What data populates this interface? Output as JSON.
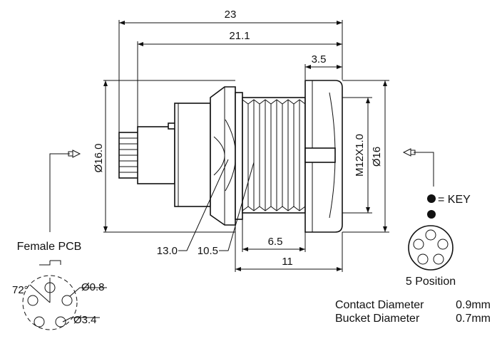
{
  "dimensions": {
    "d23": "23",
    "d21_1": "21.1",
    "d3_5": "3.5",
    "d16_0": "Ø16.0",
    "m12": "M12X1.0",
    "d16": "Ø16",
    "d13_0": "13.0",
    "d10_5": "10.5",
    "d6_5": "6.5",
    "d11": "11"
  },
  "pcb": {
    "title": "Female PCB",
    "angle": "72°",
    "hole_dia": "Ø0.8",
    "circle_dia": "Ø3.4"
  },
  "key": {
    "label": "= KEY",
    "position": "5 Position"
  },
  "specs": [
    {
      "name": "Contact Diameter",
      "value": "0.9mm"
    },
    {
      "name": "Bucket Diameter",
      "value": "0.7mm"
    }
  ]
}
